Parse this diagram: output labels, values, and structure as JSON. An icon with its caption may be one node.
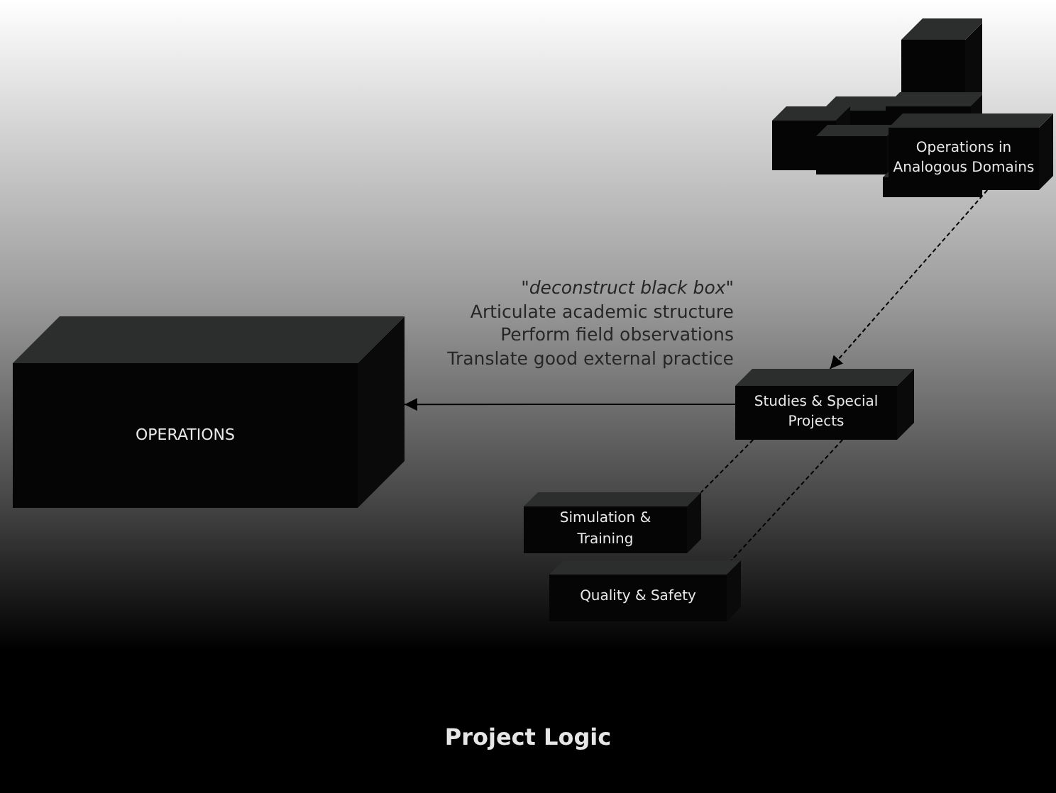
{
  "diagram": {
    "title": "Project Logic",
    "nodes": [
      {
        "text": [
          "Operations in Analogous Domains"
        ]
      },
      {
        "text": [
          "OPERATIONS"
        ]
      },
      {
        "text": [
          "Studies & Special Projects"
        ]
      },
      {
        "text": [
          "Simulation & Training"
        ]
      },
      {
        "text": [
          "Quality & Safety"
        ]
      }
    ],
    "edges": [
      {
        "from": 0,
        "to": 2,
        "arrow": "to",
        "style": "dashed"
      },
      {
        "from": 2,
        "to": 1,
        "arrow": "to"
      },
      {
        "from": 2,
        "to": 3,
        "arrow": "none",
        "style": "dashed"
      },
      {
        "from": 2,
        "to": 4,
        "arrow": "none",
        "style": "dashed"
      }
    ],
    "labels": [
      "\"deconstruct black box\"",
      "Articulate academic structure",
      "Perform field observations",
      "Translate good external practice"
    ]
  }
}
